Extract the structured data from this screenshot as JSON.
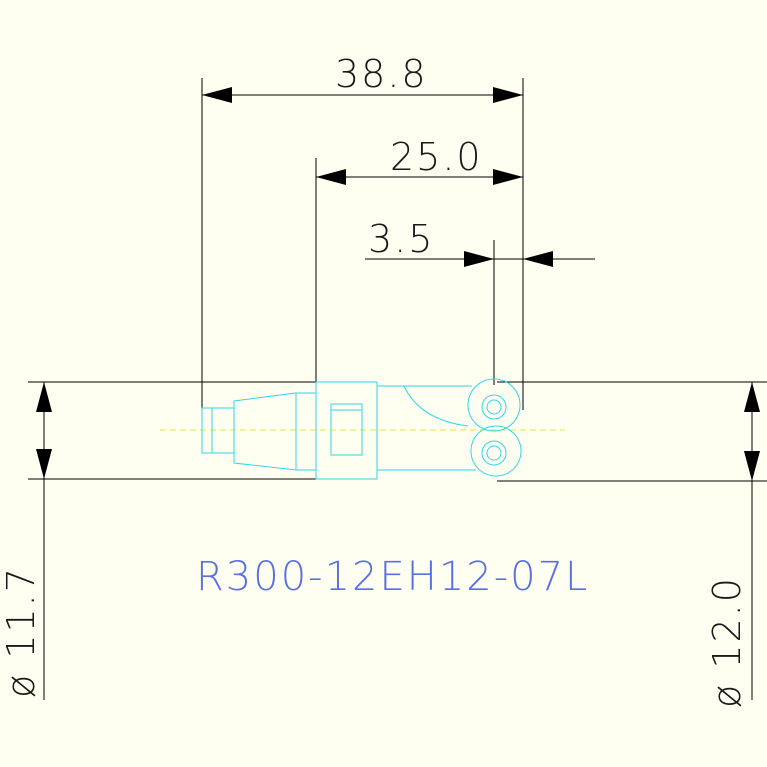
{
  "colors": {
    "background": "#fefef1",
    "dimension": "#000000",
    "part_outline": "#2fd7ea",
    "centerline": "#e8e44a",
    "label": "#5a6fe0"
  },
  "dimensions": {
    "overall_length": "38.8",
    "shank_length": "25.0",
    "head_offset": "3.5",
    "diameter_left": "ø 11.7",
    "diameter_right": "ø 12.0"
  },
  "part_label": "R300-12EH12-07L"
}
